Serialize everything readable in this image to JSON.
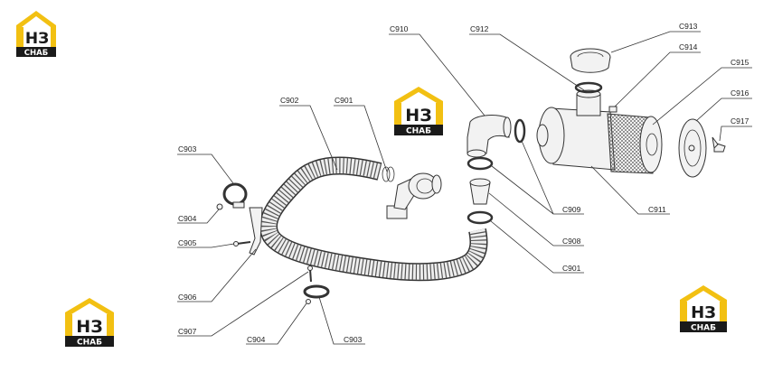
{
  "logo": {
    "mark": "НЗ",
    "caption": "СНАБ",
    "colors": {
      "roof": "#f2c012",
      "dark": "#1a1a1a",
      "text": "#ffffff"
    }
  },
  "labels": [
    {
      "id": "c903a",
      "text": "C903"
    },
    {
      "id": "c904a",
      "text": "C904"
    },
    {
      "id": "c905",
      "text": "C905"
    },
    {
      "id": "c906",
      "text": "C906"
    },
    {
      "id": "c907",
      "text": "C907"
    },
    {
      "id": "c904b",
      "text": "C904"
    },
    {
      "id": "c903b",
      "text": "C903"
    },
    {
      "id": "c902",
      "text": "C902"
    },
    {
      "id": "c901a",
      "text": "C901"
    },
    {
      "id": "c910",
      "text": "C910"
    },
    {
      "id": "c912",
      "text": "C912"
    },
    {
      "id": "c913",
      "text": "C913"
    },
    {
      "id": "c914",
      "text": "C914"
    },
    {
      "id": "c915",
      "text": "C915"
    },
    {
      "id": "c916",
      "text": "C916"
    },
    {
      "id": "c917",
      "text": "C917"
    },
    {
      "id": "c909",
      "text": "C909"
    },
    {
      "id": "c908",
      "text": "C908"
    },
    {
      "id": "c901b",
      "text": "C901"
    },
    {
      "id": "c911",
      "text": "C911"
    }
  ]
}
